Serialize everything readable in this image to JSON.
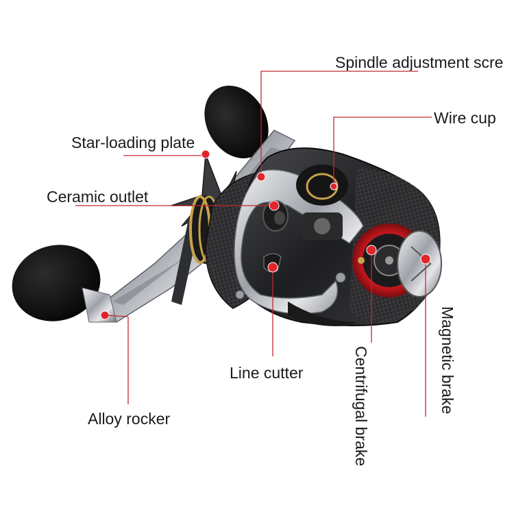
{
  "labels": {
    "spindle": "Spindle adjustment scre",
    "wire_cup": "Wire cup",
    "star_plate": "Star-loading plate",
    "ceramic_outlet": "Ceramic outlet",
    "line_cutter": "Line cutter",
    "alloy_rocker": "Alloy rocker",
    "centrifugal_brake": "Centrifugal brake",
    "magnetic_brake": "Magnetic brake"
  },
  "colors": {
    "leader_line": "#c0282d",
    "marker": "#e0262b",
    "text": "#1a1a1a",
    "knob": "#111111",
    "silver": "#b9bcc2",
    "carbon": "#2a2a2c",
    "gold": "#c8a24a",
    "spool_red": "#c4161c"
  },
  "icons": {
    "reel": "baitcasting-reel-illustration"
  }
}
